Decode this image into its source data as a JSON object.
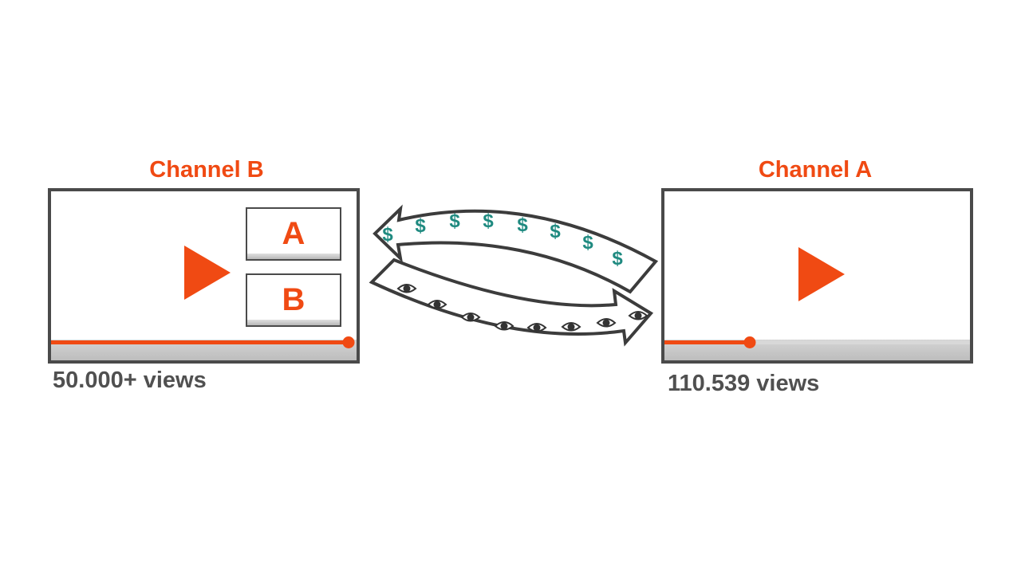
{
  "channel_b": {
    "title": "Channel B",
    "views": "50.000+ views",
    "progress_fraction": 1.0,
    "thumbnail_boxes": [
      "A",
      "B"
    ]
  },
  "channel_a": {
    "title": "Channel A",
    "views": "110.539 views",
    "progress_fraction": 0.28
  },
  "flows": {
    "top_arrow": {
      "direction": "to-channel-b",
      "symbol": "$",
      "count": 8
    },
    "bottom_arrow": {
      "direction": "to-channel-a",
      "symbol": "eye",
      "count": 8
    }
  },
  "colors": {
    "accent": "#f04a13",
    "frame": "#4a4a4a",
    "money": "#1f8a80",
    "text_dark": "#505050"
  }
}
